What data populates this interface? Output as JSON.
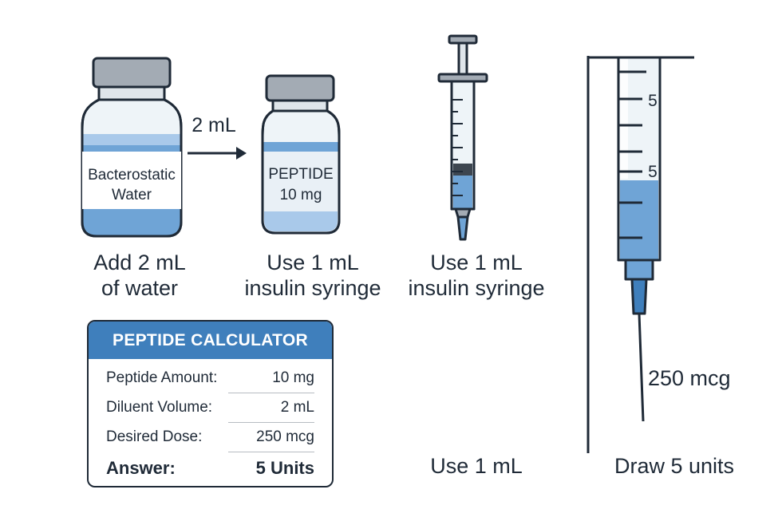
{
  "step1": {
    "vial_label_line1": "Bacterostatic",
    "vial_label_line2": "Water",
    "transfer_label": "2 mL",
    "caption_line1": "Add 2 mL",
    "caption_line2": "of water"
  },
  "step2": {
    "vial_label_line1": "PEPTIDE",
    "vial_label_line2": "10 mg",
    "caption_line1": "Use 1 mL",
    "caption_line2": "insulin syringe"
  },
  "step3": {
    "caption_line1": "Use 1 mL",
    "caption_line2": "insulin syringe",
    "bottom_label": "Use 1 mL"
  },
  "step4": {
    "tick_label_top": "5",
    "tick_label_mid": "5",
    "dose_label": "250 mcg",
    "bottom_label": "Draw 5 units"
  },
  "calculator": {
    "title": "PEPTIDE CALCULATOR",
    "rows": [
      {
        "label": "Peptide Amount:",
        "value": "10 mg"
      },
      {
        "label": "Diluent Volume:",
        "value": "2 mL"
      },
      {
        "label": "Desired Dose:",
        "value": "250 mcg"
      }
    ],
    "answer_label": "Answer:",
    "answer_value": "5 Units"
  },
  "colors": {
    "liquid": "#6fa4d6",
    "liquid_light": "#a9c9ea",
    "cap": "#a3abb4",
    "outline": "#1f2a37",
    "header": "#3f7fbc"
  }
}
